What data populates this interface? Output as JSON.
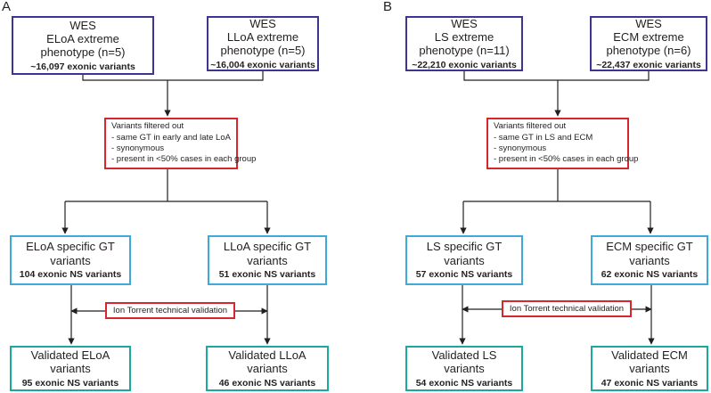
{
  "panels": [
    {
      "label": "A",
      "input_left": {
        "lines": [
          "WES",
          "ELoA extreme",
          "phenotype (n=5)"
        ],
        "count": "~16,097 exonic variants"
      },
      "input_right": {
        "lines": [
          "WES",
          "LLoA extreme",
          "phenotype (n=5)"
        ],
        "count": "~16,004 exonic variants"
      },
      "filter": {
        "title": "Variants filtered out",
        "items": [
          "- same GT in early and late LoA",
          "- synonymous",
          "- present in <50% cases in each group"
        ]
      },
      "specific_left": {
        "lines": [
          "ELoA specific GT",
          "variants"
        ],
        "count": "104 exonic NS variants"
      },
      "specific_right": {
        "lines": [
          "LLoA specific GT",
          "variants"
        ],
        "count": "51 exonic NS variants"
      },
      "validation": "Ion Torrent technical validation",
      "validated_left": {
        "lines": [
          "Validated ELoA",
          "variants"
        ],
        "count": "95 exonic NS variants"
      },
      "validated_right": {
        "lines": [
          "Validated LLoA",
          "variants"
        ],
        "count": "46 exonic NS variants"
      }
    },
    {
      "label": "B",
      "input_left": {
        "lines": [
          "WES",
          "LS extreme",
          "phenotype (n=11)"
        ],
        "count": "~22,210 exonic variants"
      },
      "input_right": {
        "lines": [
          "WES",
          "ECM extreme",
          "phenotype (n=6)"
        ],
        "count": "~22,437 exonic variants"
      },
      "filter": {
        "title": "Variants filtered out",
        "items": [
          "- same GT in LS and ECM",
          "- synonymous",
          "- present in <50% cases in each group"
        ]
      },
      "specific_left": {
        "lines": [
          "LS specific GT",
          "variants"
        ],
        "count": "57 exonic NS variants"
      },
      "specific_right": {
        "lines": [
          "ECM specific GT",
          "variants"
        ],
        "count": "62 exonic NS variants"
      },
      "validation": "Ion Torrent technical validation",
      "validated_left": {
        "lines": [
          "Validated LS",
          "variants"
        ],
        "count": "54 exonic NS variants"
      },
      "validated_right": {
        "lines": [
          "Validated ECM",
          "variants"
        ],
        "count": "47 exonic NS variants"
      }
    }
  ]
}
